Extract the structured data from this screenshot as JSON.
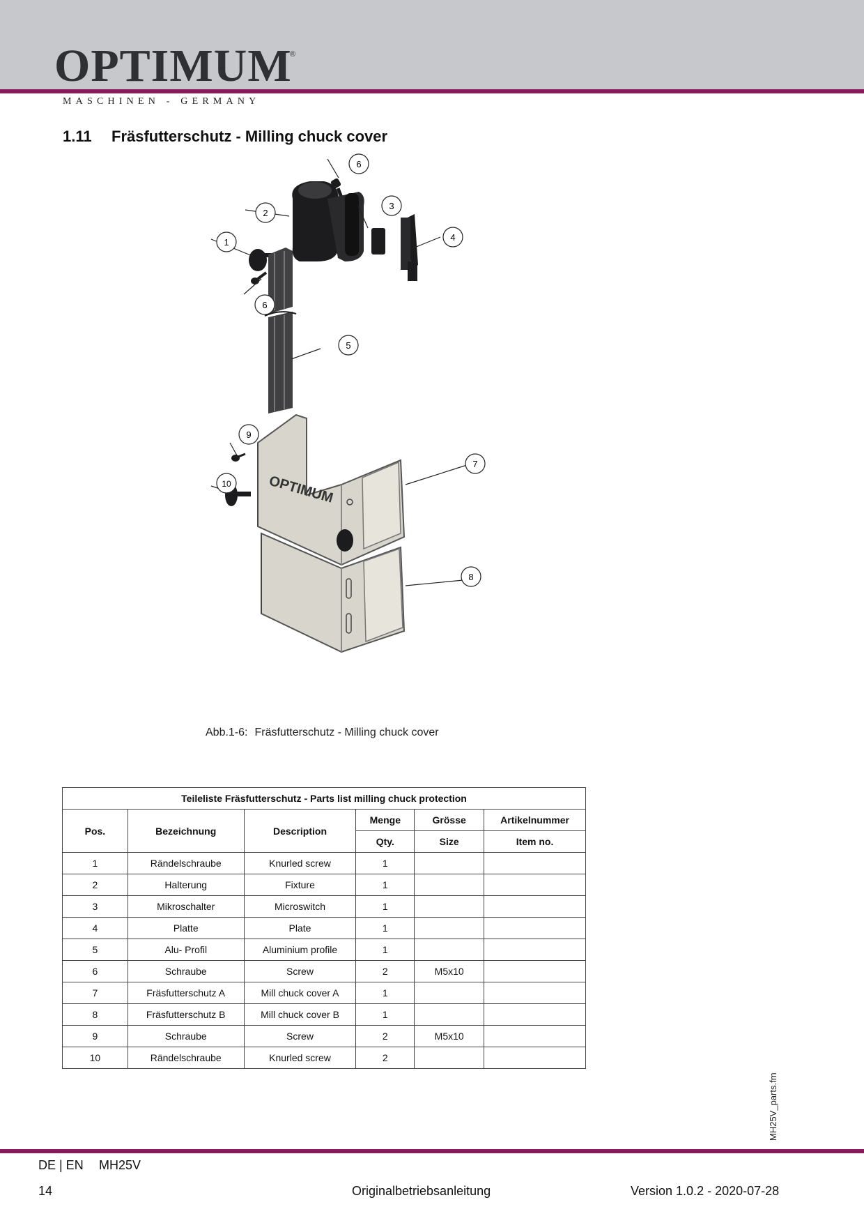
{
  "header": {
    "logo_text": "OPTIMUM",
    "logo_reg": "®",
    "logo_sub": "MASCHINEN - GERMANY"
  },
  "section": {
    "number": "1.11",
    "title": "Fräsfutterschutz - Milling chuck cover"
  },
  "figure": {
    "callouts": [
      "1",
      "2",
      "3",
      "4",
      "5",
      "6",
      "6",
      "7",
      "8",
      "9",
      "10"
    ],
    "part_logo_text": "OPTIMUM",
    "caption_label": "Abb.1-6:",
    "caption_text": "Fräsfutterschutz - Milling chuck cover"
  },
  "table": {
    "title": "Teileliste Fräsfutterschutz - Parts list milling chuck protection",
    "headers": {
      "pos": "Pos.",
      "bezeichnung": "Bezeichnung",
      "description": "Description",
      "menge": "Menge",
      "qty": "Qty.",
      "groesse": "Grösse",
      "size": "Size",
      "artikelnummer": "Artikelnummer",
      "item_no": "Item no."
    },
    "rows": [
      {
        "pos": "1",
        "bezeichnung": "Rändelschraube",
        "description": "Knurled screw",
        "qty": "1",
        "size": "",
        "item": ""
      },
      {
        "pos": "2",
        "bezeichnung": "Halterung",
        "description": "Fixture",
        "qty": "1",
        "size": "",
        "item": ""
      },
      {
        "pos": "3",
        "bezeichnung": "Mikroschalter",
        "description": "Microswitch",
        "qty": "1",
        "size": "",
        "item": ""
      },
      {
        "pos": "4",
        "bezeichnung": "Platte",
        "description": "Plate",
        "qty": "1",
        "size": "",
        "item": ""
      },
      {
        "pos": "5",
        "bezeichnung": "Alu- Profil",
        "description": "Aluminium profile",
        "qty": "1",
        "size": "",
        "item": ""
      },
      {
        "pos": "6",
        "bezeichnung": "Schraube",
        "description": "Screw",
        "qty": "2",
        "size": "M5x10",
        "item": ""
      },
      {
        "pos": "7",
        "bezeichnung": "Fräsfutterschutz A",
        "description": "Mill chuck cover A",
        "qty": "1",
        "size": "",
        "item": ""
      },
      {
        "pos": "8",
        "bezeichnung": "Fräsfutterschutz B",
        "description": "Mill chuck cover B",
        "qty": "1",
        "size": "",
        "item": ""
      },
      {
        "pos": "9",
        "bezeichnung": "Schraube",
        "description": "Screw",
        "qty": "2",
        "size": "M5x10",
        "item": ""
      },
      {
        "pos": "10",
        "bezeichnung": "Rändelschraube",
        "description": "Knurled screw",
        "qty": "2",
        "size": "",
        "item": ""
      }
    ]
  },
  "footer": {
    "lang": "DE | EN",
    "model": "MH25V",
    "page": "14",
    "center": "Originalbetriebsanleitung",
    "version": "Version 1.0.2 - 2020-07-28",
    "side_file": "MH25V_parts.fm"
  },
  "colors": {
    "header_band": "#c6c8cb",
    "accent_rule": "#8a1a5c",
    "part_dark": "#1c1c1e",
    "cover_fill": "#d8d6cc"
  }
}
